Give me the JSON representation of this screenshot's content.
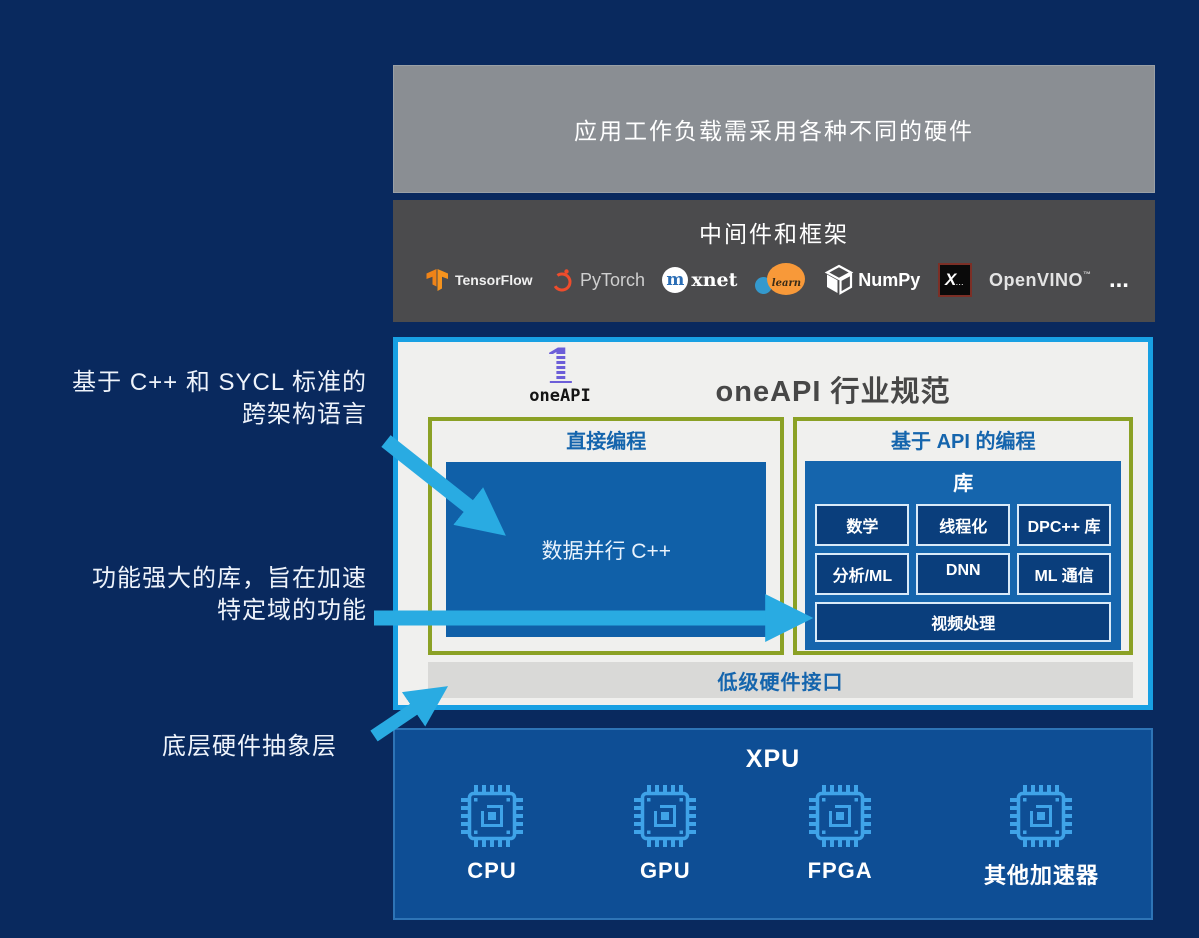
{
  "hardware_needs": {
    "title": "应用工作负载需采用各种不同的硬件"
  },
  "middleware": {
    "title": "中间件和框架",
    "logos": [
      {
        "name": "tensorflow",
        "label": "TensorFlow"
      },
      {
        "name": "pytorch",
        "label": "PyTorch"
      },
      {
        "name": "mxnet",
        "label_m": "m",
        "label_rest": "xnet"
      },
      {
        "name": "scikit-learn",
        "label": "learn"
      },
      {
        "name": "numpy",
        "label": "NumPy"
      },
      {
        "name": "xgboost",
        "label": "X"
      },
      {
        "name": "openvino",
        "label": "OpenVINO",
        "tm": "™"
      },
      {
        "name": "more",
        "label": "..."
      }
    ]
  },
  "spec": {
    "logo_digit": "1",
    "logo_text": "oneAPI",
    "title": "oneAPI 行业规范",
    "direct_panel": {
      "header": "直接编程",
      "box": "数据并行 C++"
    },
    "api_panel": {
      "header": "基于 API 的编程",
      "lib_title": "库",
      "buttons": [
        "数学",
        "线程化",
        "DPC++ 库",
        "分析/ML",
        "DNN",
        "ML 通信"
      ],
      "wide_button": "视频处理"
    },
    "hw_interface": "低级硬件接口"
  },
  "xpu": {
    "title": "XPU",
    "processors": [
      {
        "label": "CPU"
      },
      {
        "label": "GPU"
      },
      {
        "label": "FPGA"
      },
      {
        "label": "其他加速器"
      }
    ]
  },
  "side_labels": {
    "language_line1": "基于 C++ 和 SYCL 标准的",
    "language_line2": "跨架构语言",
    "libraries_line1": "功能强大的库，旨在加速",
    "libraries_line2": "特定域的功能",
    "abstraction": "底层硬件抽象层"
  },
  "colors": {
    "background": "#09295e",
    "top_box_gray": "#8a8e93",
    "middleware_gray": "#4b4b4d",
    "spec_border_cyan": "#18a0e3",
    "spec_bg": "#f0f0ee",
    "panel_border_green": "#8ba125",
    "panel_blue": "#1060a8",
    "api_container_blue": "#1565ad",
    "button_dark_blue": "#0a3e7c",
    "hw_bar_gray": "#d9d9d7",
    "xpu_blue": "#0e4e95",
    "arrow_blue": "#29abe2",
    "chip_icon_blue": "#3fa3e8",
    "oneapi_purple": "#6c5ed8"
  }
}
